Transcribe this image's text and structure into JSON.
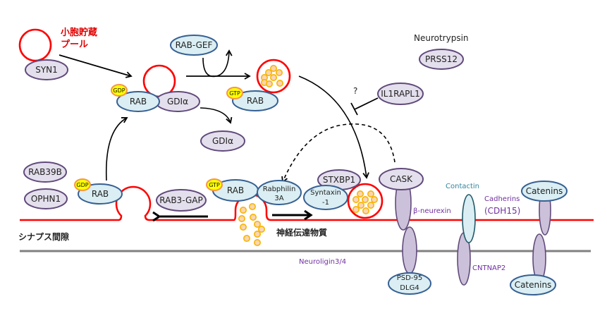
{
  "colors": {
    "vesicle": "#ff0000",
    "membrane_pre": "#ff0000",
    "membrane_post": "#808080",
    "protein_purple_fill": "#e4dfec",
    "protein_purple_stroke": "#604a7b",
    "protein_blue_fill": "#daeef3",
    "protein_blue_stroke": "#376092",
    "nucleotide_fill": "#ffff00",
    "nucleotide_stroke": "#f79646",
    "neurotransmitter_fill": "#fcd5b5",
    "neurotransmitter_stroke": "#f8b500",
    "label_purple": "#7030a0",
    "label_teal": "#31859c"
  },
  "labels": {
    "reserve_pool_line1": "小胞貯蔵",
    "reserve_pool_line2": "プール",
    "synaptic_cleft": "シナプス間隙",
    "neurotransmitter": "神経伝達物質",
    "neurotrypsin": "Neurotrypsin",
    "question_mark": "?",
    "beta_neurexin": "β-neurexin",
    "contactin": "Contactin",
    "cadherins": "Cadherins",
    "cdh15": "(CDH15)",
    "cntnap2": "CNTNAP2",
    "neuroligin": "Neuroligin3/4"
  },
  "proteins": {
    "syn1": "SYN1",
    "rab_gef": "RAB-GEF",
    "rab": "RAB",
    "gdi_alpha": "GDIα",
    "prss12": "PRSS12",
    "il1rapl1": "IL1RAPL1",
    "rab39b": "RAB39B",
    "ophn1": "OPHN1",
    "rab3_gap": "RAB3-GAP",
    "rabphilin_line1": "Rabphilin",
    "rabphilin_line2": "3A",
    "syntaxin_line1": "Syntaxin",
    "syntaxin_line2": "-1",
    "stxbp1": "STXBP1",
    "cask": "CASK",
    "catenins": "Catenins",
    "psd95_line1": "PSD-95",
    "psd95_line2": "DLG4"
  },
  "nucleotides": {
    "gdp": "GDP",
    "gtp": "GTP"
  }
}
